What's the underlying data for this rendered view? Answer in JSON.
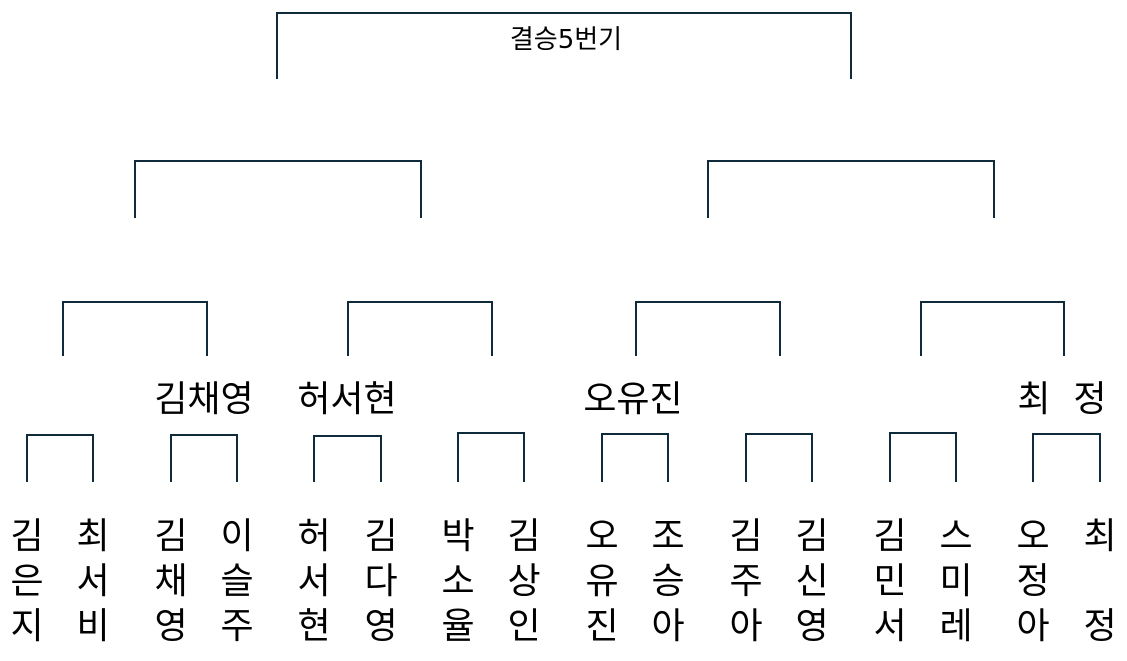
{
  "title": "결승5번기",
  "quarterfinal_winners": [
    "김채영",
    "허서현",
    "오유진",
    "최  정"
  ],
  "players": [
    [
      "김",
      "은",
      "지"
    ],
    [
      "최",
      "서",
      "비"
    ],
    [
      "김",
      "채",
      "영"
    ],
    [
      "이",
      "슬",
      "주"
    ],
    [
      "허",
      "서",
      "현"
    ],
    [
      "김",
      "다",
      "영"
    ],
    [
      "박",
      "소",
      "율"
    ],
    [
      "김",
      "상",
      "인"
    ],
    [
      "오",
      "유",
      "진"
    ],
    [
      "조",
      "승",
      "아"
    ],
    [
      "김",
      "주",
      "아"
    ],
    [
      "김",
      "신",
      "영"
    ],
    [
      "김",
      "민",
      "서"
    ],
    [
      "스",
      "미",
      "레"
    ],
    [
      "오",
      "정",
      "아"
    ],
    [
      "최",
      "",
      "정"
    ]
  ]
}
